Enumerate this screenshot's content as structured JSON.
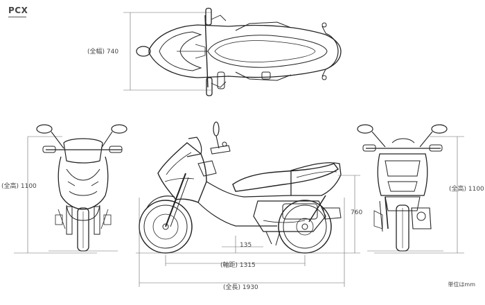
{
  "title": "PCX",
  "unit_note": "単位はmm",
  "dimensions": {
    "width": "(全幅) 740",
    "height_front": "(全高) 1100",
    "height_rear": "(全高) 1100",
    "seat_height": "760",
    "ground_clearance": "135",
    "wheelbase": "(軸距) 1315",
    "length": "(全長) 1930"
  },
  "views": [
    "top-view",
    "front-view",
    "side-view",
    "rear-view"
  ]
}
